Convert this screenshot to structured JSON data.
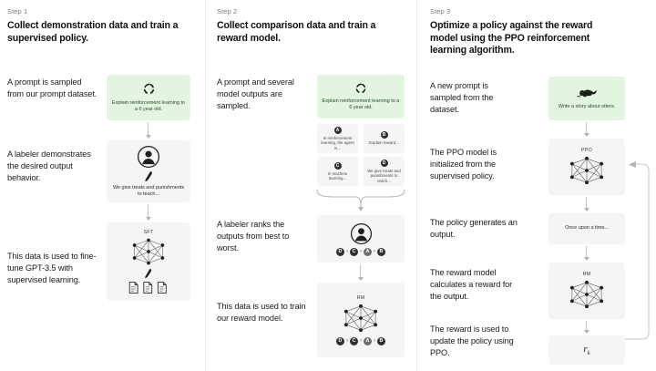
{
  "theme": {
    "background": "#ffffff",
    "card_bg": "#f5f5f5",
    "prompt_bg": "#e3f5e1",
    "divider": "#ececec",
    "arrow": "#c2c2c2",
    "text": "#1b1b1b",
    "muted": "#7a7a7a"
  },
  "steps": [
    {
      "label": "Step 1",
      "heading": "Collect demonstration data and train a supervised policy.",
      "captions": [
        "A prompt is sampled from our prompt dataset.",
        "A labeler demonstrates the desired output behavior.",
        "This data is used to fine-tune GPT-3.5 with supervised learning."
      ],
      "cards": [
        {
          "name": "prompt-card",
          "kind": "prompt",
          "icon": "refresh-icon",
          "text": "Explain reinforcement learning to a 6 year old."
        },
        {
          "name": "labeler-card",
          "kind": "plain",
          "icon": "person-icon",
          "text": "We give treats and punishments to teach..."
        },
        {
          "name": "sft-card",
          "kind": "plain",
          "icon": "neural-net-icon",
          "title": "SFT",
          "text": ""
        }
      ]
    },
    {
      "label": "Step 2",
      "heading": "Collect comparison data and train a reward model.",
      "captions": [
        "A prompt and several model outputs are sampled.",
        "A labeler ranks the outputs from best to worst.",
        "This data is used to train our reward model."
      ],
      "cards": [
        {
          "name": "prompt-card",
          "kind": "prompt",
          "icon": "refresh-icon",
          "text": "Explain reinforcement learning to a 6 year old."
        },
        {
          "name": "ranking-card",
          "kind": "plain",
          "icon": "person-icon",
          "title": "",
          "text": ""
        },
        {
          "name": "reward-model-card",
          "kind": "plain",
          "icon": "neural-net-icon",
          "title": "RM",
          "text": ""
        }
      ],
      "outputs": [
        {
          "badge": "A",
          "text": "In reinforcement learning, the agent is..."
        },
        {
          "badge": "B",
          "text": "Explain reward..."
        },
        {
          "badge": "C",
          "text": "In machine learning..."
        },
        {
          "badge": "D",
          "text": "We give treats and punishments to teach..."
        }
      ],
      "ranking": [
        "D",
        "C",
        "A",
        "B"
      ],
      "rank_separator": "›"
    },
    {
      "label": "Step 3",
      "heading": "Optimize a policy against the reward model using the PPO reinforcement learning algorithm.",
      "captions": [
        "A new prompt is sampled from the dataset.",
        "The PPO model is initialized from the supervised policy.",
        "The policy generates an output.",
        "The reward model calculates a reward for the output.",
        "The reward is used to update the policy using PPO."
      ],
      "cards": [
        {
          "name": "new-prompt-card",
          "kind": "prompt",
          "icon": "otter-icon",
          "text": "Write a story about otters."
        },
        {
          "name": "ppo-card",
          "kind": "plain",
          "icon": "neural-net-icon",
          "title": "PPO",
          "text": ""
        },
        {
          "name": "output-card",
          "kind": "plain",
          "icon": "",
          "title": "",
          "text": "Once upon a time..."
        },
        {
          "name": "reward-model-card",
          "kind": "plain",
          "icon": "neural-net-icon",
          "title": "RM",
          "text": ""
        },
        {
          "name": "reward-value-card",
          "kind": "plain",
          "icon": "",
          "title": "",
          "text": "r",
          "subscript": "k"
        }
      ]
    }
  ]
}
